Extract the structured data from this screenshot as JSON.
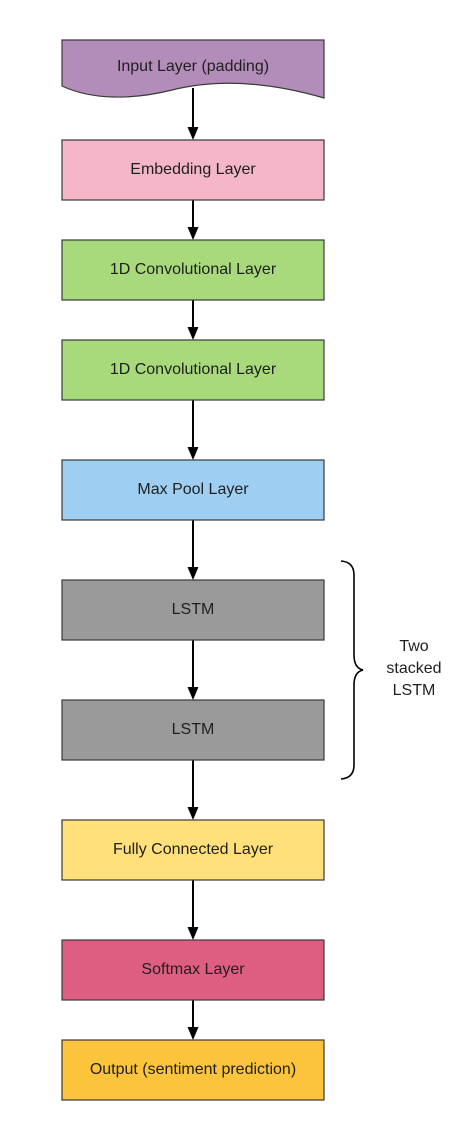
{
  "nodes": [
    {
      "id": "input",
      "label": "Input Layer (padding)",
      "color": "#b28dba",
      "shape": "document"
    },
    {
      "id": "embedding",
      "label": "Embedding Layer",
      "color": "#f4b6c8",
      "shape": "box"
    },
    {
      "id": "conv1",
      "label": "1D Convolutional Layer",
      "color": "#a8da7c",
      "shape": "box"
    },
    {
      "id": "conv2",
      "label": "1D Convolutional Layer",
      "color": "#a8da7c",
      "shape": "box"
    },
    {
      "id": "maxpool",
      "label": "Max Pool Layer",
      "color": "#9ecff2",
      "shape": "box"
    },
    {
      "id": "lstm1",
      "label": "LSTM",
      "color": "#9a9a9a",
      "shape": "box"
    },
    {
      "id": "lstm2",
      "label": "LSTM",
      "color": "#9a9a9a",
      "shape": "box"
    },
    {
      "id": "fc",
      "label": "Fully Connected Layer",
      "color": "#ffe07a",
      "shape": "box"
    },
    {
      "id": "softmax",
      "label": "Softmax Layer",
      "color": "#de5e82",
      "shape": "box"
    },
    {
      "id": "output",
      "label": "Output (sentiment prediction)",
      "color": "#fbc43c",
      "shape": "box"
    }
  ],
  "edges": [
    {
      "from": "input",
      "to": "embedding"
    },
    {
      "from": "embedding",
      "to": "conv1"
    },
    {
      "from": "conv1",
      "to": "conv2"
    },
    {
      "from": "conv2",
      "to": "maxpool"
    },
    {
      "from": "maxpool",
      "to": "lstm1"
    },
    {
      "from": "lstm1",
      "to": "lstm2"
    },
    {
      "from": "lstm2",
      "to": "fc"
    },
    {
      "from": "fc",
      "to": "softmax"
    },
    {
      "from": "softmax",
      "to": "output"
    }
  ],
  "group_annotation": {
    "members": [
      "lstm1",
      "lstm2"
    ],
    "label_lines": [
      "Two",
      "stacked",
      "LSTM"
    ]
  }
}
